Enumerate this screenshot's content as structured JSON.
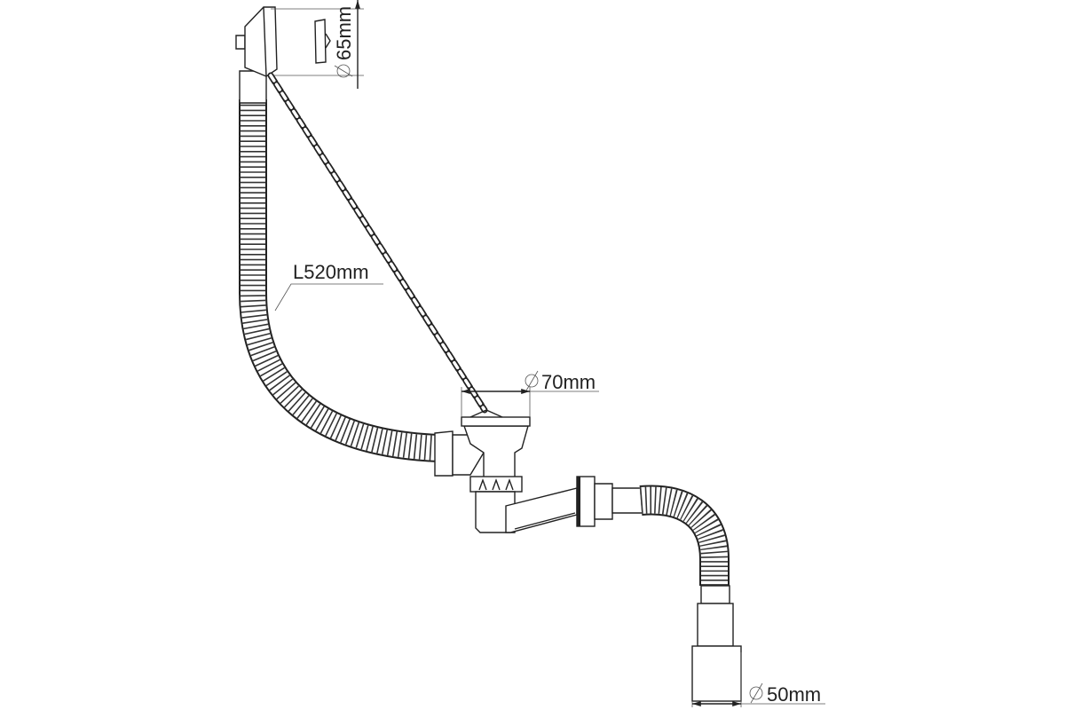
{
  "diagram": {
    "labels": {
      "overflow_diameter": "65mm",
      "hose_length": "L520mm",
      "drain_diameter": "70mm",
      "outlet_diameter": "50mm"
    },
    "colors": {
      "line": "#222222",
      "background": "#ffffff"
    }
  }
}
